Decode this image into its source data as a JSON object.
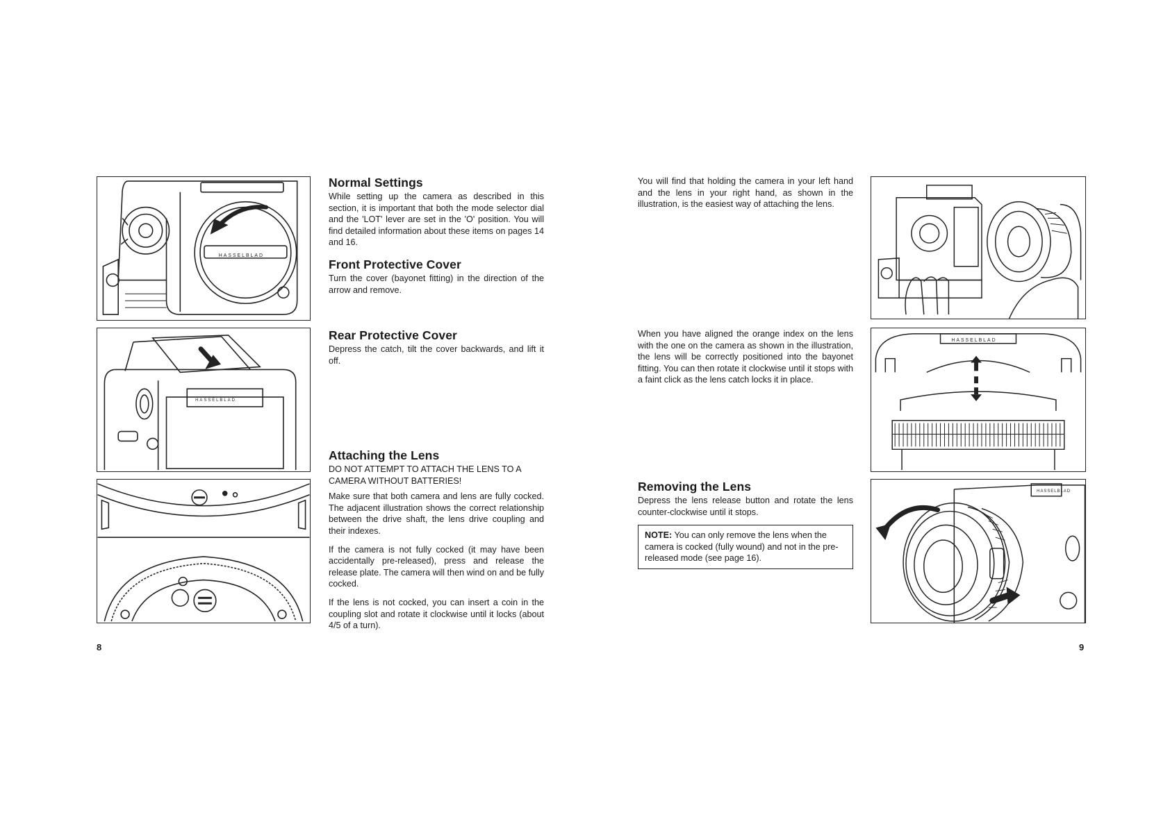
{
  "left_page": {
    "page_number": "8",
    "normal_settings": {
      "title": "Normal Settings",
      "body": "While setting up the camera as described in this section, it is important that both the mode selector dial and the 'LOT' lever are set in the 'O' position. You will find detailed information about these items on pages 14 and 16."
    },
    "front_cover": {
      "title": "Front Protective Cover",
      "body": "Turn the cover (bayonet fitting) in the direction of the arrow and remove."
    },
    "rear_cover": {
      "title": "Rear Protective Cover",
      "body": "Depress the catch, tilt the cover backwards, and lift it off."
    },
    "attaching_lens": {
      "title": "Attaching the Lens",
      "warning": "DO NOT ATTEMPT TO ATTACH THE LENS TO A CAMERA WITHOUT BATTERIES!",
      "p1": "Make sure that both camera and lens are fully cocked. The adjacent illustration shows the correct relationship between the drive shaft, the lens drive coupling and their indexes.",
      "p2": "If the camera is not fully cocked (it may have been accidentally pre-released), press and release the release plate. The camera will then wind on and be fully cocked.",
      "p3": "If the lens is not cocked, you can insert a coin in the coupling slot and rotate it clockwise until it locks (about 4/5 of a turn)."
    }
  },
  "right_page": {
    "page_number": "9",
    "holding": {
      "body": "You will find that holding the camera in your left hand and the lens in your right hand, as shown in the illustration, is the easiest way of attaching the lens."
    },
    "aligning": {
      "body": "When you have aligned the orange index on the lens with the one on the camera as shown in the illustration, the lens will be correctly positioned into the bayonet fitting. You can then rotate it clockwise until it stops with a faint click as the lens catch locks it in place."
    },
    "removing_lens": {
      "title": "Removing the Lens",
      "body": "Depress the lens release button and rotate the lens counter-clockwise until it stops."
    },
    "note": {
      "label": "NOTE:",
      "body": "You can only remove the lens when the camera is cocked (fully wound) and not in the pre-released mode (see page 16)."
    }
  },
  "brand_text": "HASSELBLAD",
  "colors": {
    "ink": "#1a1a1a",
    "paper": "#ffffff",
    "line": "#222222"
  }
}
